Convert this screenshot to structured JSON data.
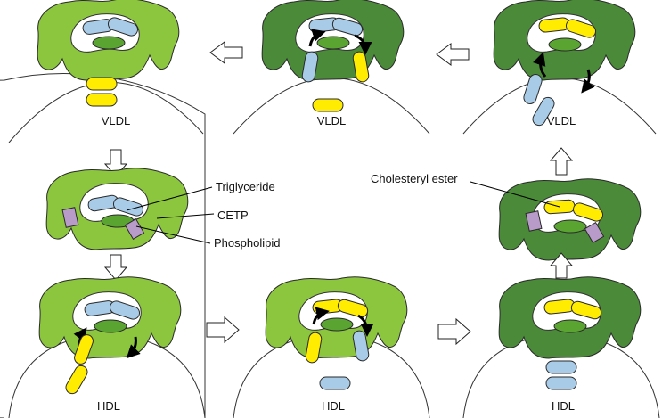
{
  "panels": [
    {
      "caption": "VLDL",
      "state": "light"
    },
    {
      "caption": "VLDL",
      "state": "dark"
    },
    {
      "caption": "VLDL",
      "state": "dark"
    },
    {
      "caption": "",
      "state": "light"
    },
    {
      "caption": "",
      "state": "dark"
    },
    {
      "caption": "HDL",
      "state": "light"
    },
    {
      "caption": "HDL",
      "state": "light"
    },
    {
      "caption": "HDL",
      "state": "dark"
    }
  ],
  "labels": {
    "triglyceride": "Triglyceride",
    "cetp": "CETP",
    "phospholipid": "Phospholipid",
    "cholesteryl_ester": "Cholesteryl ester"
  },
  "colors": {
    "cetp_light": "#8cc63f",
    "cetp_dark": "#4a8a38",
    "inner_core": "#5aa531",
    "triglyceride": "#a8cce8",
    "cholesteryl_ester": "#ffec00",
    "phospholipid": "#b89bc9",
    "arrow": "#000000"
  },
  "icons": [
    "open-arrow-icon",
    "curved-transfer-arrow-icon"
  ]
}
